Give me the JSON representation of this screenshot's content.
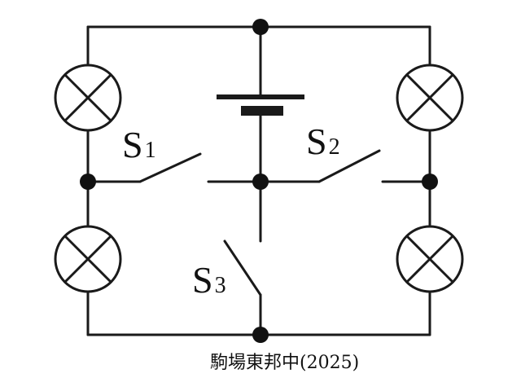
{
  "switches": [
    {
      "letter": "S",
      "index": "1"
    },
    {
      "letter": "S",
      "index": "2"
    },
    {
      "letter": "S",
      "index": "3"
    }
  ],
  "caption": "駒場東邦中(2025)",
  "colors": {
    "ink": "#1a1a1a",
    "background": "#ffffff"
  }
}
